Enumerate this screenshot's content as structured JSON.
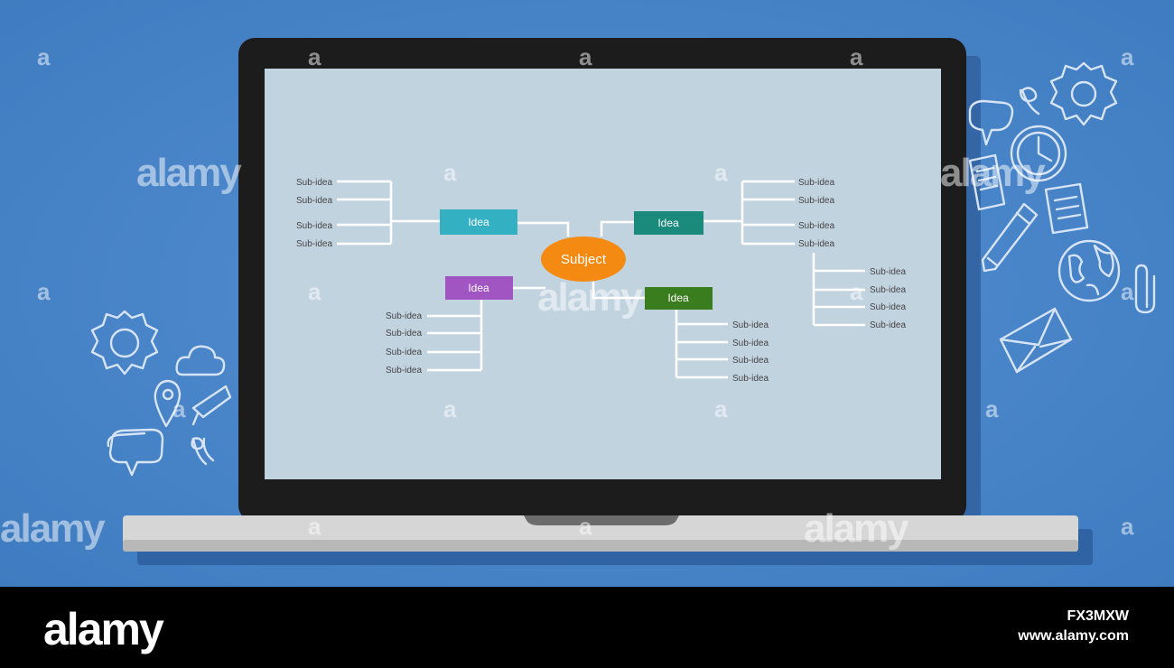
{
  "diagram": {
    "subject": "Subject",
    "ideas": [
      {
        "label": "Idea",
        "color": "#33b0c2",
        "subs": [
          "Sub-idea",
          "Sub-idea",
          "Sub-idea",
          "Sub-idea"
        ]
      },
      {
        "label": "Idea",
        "color": "#1a8a7c",
        "subs": [
          "Sub-idea",
          "Sub-idea",
          "Sub-idea",
          "Sub-idea"
        ],
        "subs2": [
          "Sub-idea",
          "Sub-idea",
          "Sub-idea",
          "Sub-idea"
        ]
      },
      {
        "label": "Idea",
        "color": "#a055c2",
        "subs": [
          "Sub-idea",
          "Sub-idea",
          "Sub-idea",
          "Sub-idea"
        ]
      },
      {
        "label": "Idea",
        "color": "#3a7d1e",
        "subs": [
          "Sub-idea",
          "Sub-idea",
          "Sub-idea",
          "Sub-idea"
        ]
      }
    ],
    "subject_color": "#f58a12"
  },
  "watermark": {
    "logo": "alamy",
    "glyph": "a"
  },
  "footer": {
    "logo": "alamy",
    "image_id": "FX3MXW",
    "url": "www.alamy.com"
  }
}
